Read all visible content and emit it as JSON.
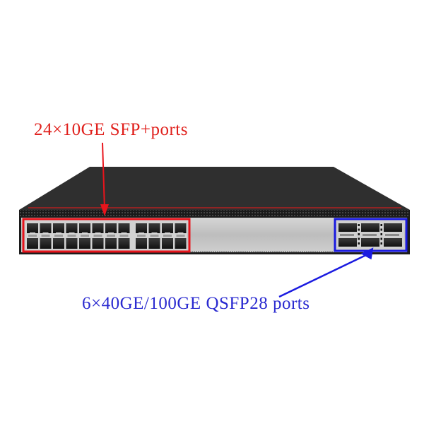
{
  "annotations": {
    "sfp_label": "24×10GE SFP+ports",
    "qsfp_label": "6×40GE/100GE QSFP28 ports"
  },
  "device": {
    "type": "network-switch-1U",
    "sfp_port_count": 24,
    "qsfp_port_count": 6
  },
  "colors": {
    "sfp_highlight": "#e8141c",
    "qsfp_highlight": "#1a1ae0",
    "chassis_top": "#2e2e2e",
    "front_panel": "#c8c8c8"
  }
}
